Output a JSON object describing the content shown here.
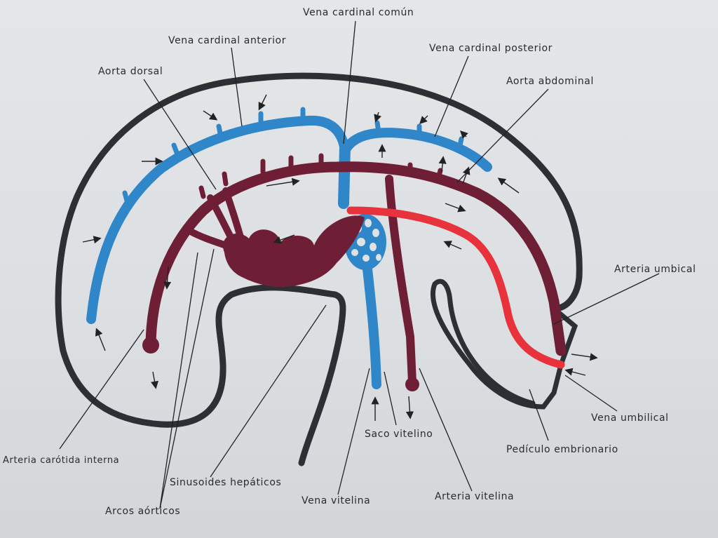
{
  "labels": {
    "vena_cardinal_comun": "Vena cardinal común",
    "vena_cardinal_anterior": "Vena cardinal anterior",
    "vena_cardinal_posterior": "Vena cardinal posterior",
    "aorta_dorsal": "Aorta dorsal",
    "aorta_abdominal": "Aorta abdominal",
    "arteria_umbilical": "Arteria umbical",
    "vena_umbilical": "Vena umbilical",
    "pediculo_embrionario": "Pedículo embrionario",
    "saco_vitelino": "Saco vitelino",
    "arteria_vitelina": "Arteria vitelina",
    "vena_vitelina": "Vena vitelina",
    "sinusoides_hepaticos": "Sinusoides hepáticos",
    "arcos_aorticos": "Arcos aórticos",
    "arteria_carotida_interna": "Arteria carótida interna"
  },
  "colors": {
    "venous_blue": "#2f86c9",
    "arterial_maroon": "#6e1f35",
    "umbilical_red": "#e8323c",
    "outline_dark": "#2c2f33",
    "background": "#dfe2e5"
  }
}
